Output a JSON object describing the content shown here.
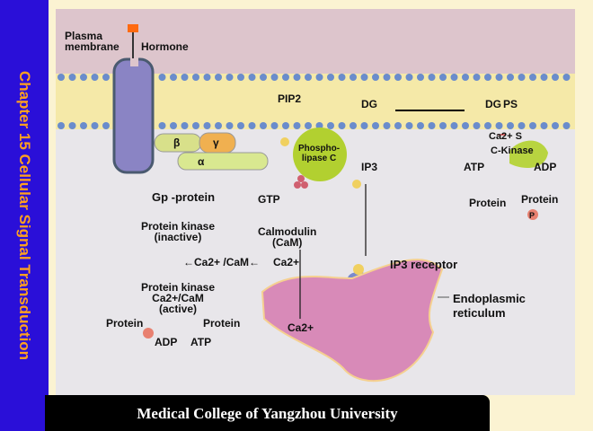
{
  "sidebar": {
    "title": "Chapter 15 Cellular Signal Transduction"
  },
  "footer": {
    "text": "Medical College of Yangzhou University"
  },
  "diagram": {
    "plasma_membrane": "Plasma\nmembrane",
    "hormone": "Hormone",
    "beta": "β",
    "gamma": "γ",
    "alpha": "α",
    "gp_protein": "Gp -protein",
    "gtp": "GTP",
    "pip2": "PIP2",
    "dg": "DG",
    "dg2": "DG",
    "ps": "PS",
    "ca_s": "Ca2+ S",
    "c_kinase": "C-Kinase",
    "atp_right": "ATP",
    "adp_right": "ADP",
    "protein_right1": "Protein",
    "protein_right2": "Protein",
    "p": "P",
    "phospholipase": "Phospho-\nlipase C",
    "ip3": "IP3",
    "pk_inactive": "Protein kinase\n(inactive)",
    "calmodulin": "Calmodulin\n(CaM)",
    "ca_cam": "←Ca2+ /CaM←",
    "ca": "Ca2+",
    "pk_active": "Protein kinase\nCa2+/CaM\n(active)",
    "protein_left1": "Protein",
    "protein_left2": "Protein",
    "adp_left": "ADP",
    "atp_left": "ATP",
    "ip3_receptor": "IP3 receptor",
    "er": "Endoplasmic\nreticulum",
    "ca_er": "Ca2+"
  },
  "colors": {
    "sidebar": "#2a0fd8",
    "sidebar_text": "#ffa020",
    "background": "#fbf3d2",
    "footer": "#000000"
  }
}
